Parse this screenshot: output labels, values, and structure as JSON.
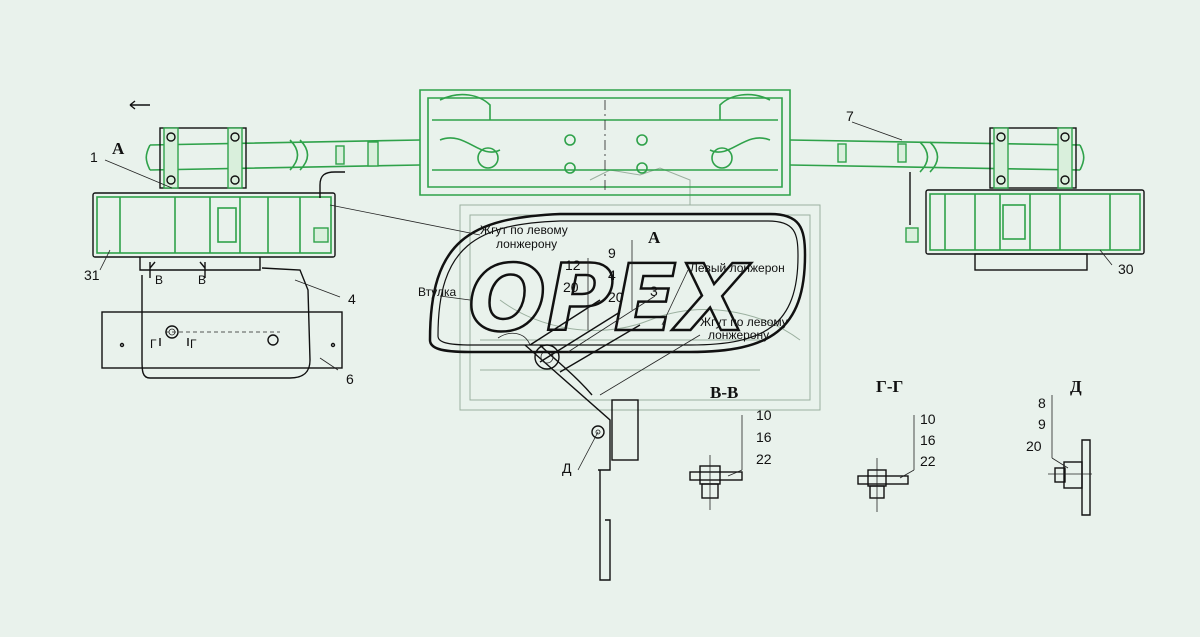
{
  "watermark": "OPEX",
  "callouts": {
    "c1": "1",
    "c7": "7",
    "c31": "31",
    "c30": "30",
    "c4": "4",
    "c6": "6",
    "c3": "3",
    "n12": "12",
    "n20a": "20",
    "n9": "9",
    "n4": "4",
    "n20b": "20"
  },
  "view_labels": {
    "view_a_arrow": "А",
    "view_a_title": "А",
    "cut_v_left": "В",
    "cut_v_right": "В",
    "cut_g_left": "Г",
    "cut_g_right": "Г",
    "detail_d": "Д"
  },
  "annotations": {
    "harness_left_line1": "Жгут по левому",
    "harness_left_line2": "лонжерону",
    "left_spar": "Левый лонжерон",
    "harness_spar_line1": "Жгут по левому",
    "harness_spar_line2": "лонжерону",
    "bushing": "Втулка"
  },
  "sections": [
    {
      "title": "В-В",
      "items": [
        "10",
        "16",
        "22"
      ]
    },
    {
      "title": "Г-Г",
      "items": [
        "10",
        "16",
        "22"
      ]
    },
    {
      "title": "Д",
      "items": [
        "8",
        "9",
        "20"
      ]
    }
  ],
  "colors": {
    "linework": "#111111",
    "green_component": "#2fa24a",
    "background": "#e9f2ec"
  }
}
